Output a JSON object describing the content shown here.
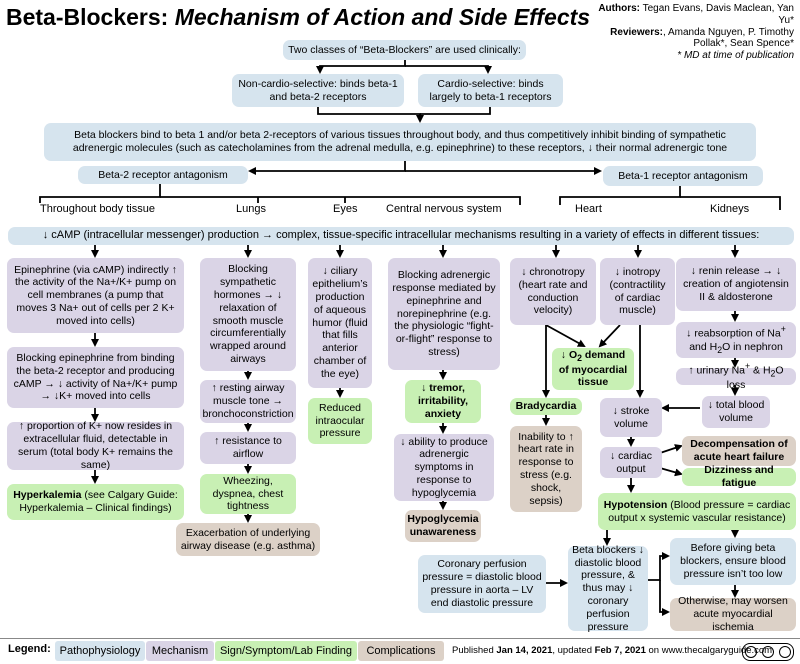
{
  "header": {
    "title_main": "Beta-Blockers:",
    "title_sub": "Mechanism of Action and Side Effects",
    "authors_label": "Authors:",
    "authors": "Tegan Evans, Davis Maclean, Yan Yu*",
    "reviewers_label": "Reviewers:",
    "reviewers": ", Amanda Nguyen, P. Timothy Pollak*, Sean Spence*",
    "note": "* MD at time of publication"
  },
  "top": {
    "two_classes": "Two classes of “Beta-Blockers” are used clinically:",
    "non_selective": "Non-cardio-selective: binds beta-1 and beta-2 receptors",
    "selective": "Cardio-selective: binds largely to beta-1 receptors",
    "bind_text": "Beta blockers bind to beta 1 and/or beta 2-receptors of various tissues throughout body, and thus competitively inhibit binding of sympathetic adrenergic molecules (such as catecholamines from the adrenal medulla, e.g. epinephrine) to these receptors, ↓ their normal adrenergic tone",
    "beta2": "Beta-2 receptor antagonism",
    "beta1": "Beta-1 receptor antagonism"
  },
  "tissues": {
    "body": "Throughout body tissue",
    "lungs": "Lungs",
    "eyes": "Eyes",
    "cns": "Central nervous system",
    "heart": "Heart",
    "kidneys": "Kidneys"
  },
  "camp": "↓ cAMP (intracellular messenger) production → complex, tissue-specific intracellular mechanisms resulting in a variety of effects in different tissues:",
  "body_col": {
    "b1": "Epinephrine (via cAMP) indirectly ↑ the activity of the Na+/K+ pump on cell membranes (a pump that moves 3 Na+ out of cells per 2 K+ moved into cells)",
    "b2": "Blocking epinephrine from binding the beta-2 receptor and producing cAMP → ↓ activity of Na+/K+ pump → ↓K+ moved into cells",
    "b3": "↑ proportion of K+ now resides in extracellular fluid, detectable in serum (total body K+ remains the same)",
    "b4_bold": "Hyperkalemia",
    "b4": " (see Calgary Guide: Hyperkalemia – Clinical findings)"
  },
  "lungs_col": {
    "l1": "Blocking sympathetic hormones → ↓ relaxation of smooth muscle circumferentially wrapped around airways",
    "l2": "↑ resting airway muscle tone → bronchoconstriction",
    "l3": "↑ resistance to airflow",
    "l4": "Wheezing, dyspnea, chest tightness",
    "l5": "Exacerbation of underlying airway disease (e.g. asthma)"
  },
  "eyes_col": {
    "e1": "↓ ciliary epithelium’s production of aqueous humor (fluid that fills anterior chamber of the eye)",
    "e2": "Reduced intraocular pressure"
  },
  "cns_col": {
    "c1": "Blocking adrenergic response mediated by epinephrine and norepinephrine (e.g. the physiologic “fight-or-flight” response to stress)",
    "c2": "↓ tremor, irritability, anxiety",
    "c3": "↓ ability to produce adrenergic symptoms in response to hypoglycemia",
    "c4": "Hypoglycemia unawareness",
    "c5": "Coronary perfusion pressure = diastolic blood pressure in aorta – LV end diastolic pressure"
  },
  "heart_col": {
    "h1": "↓ chronotropy (heart rate and conduction velocity)",
    "h2": "↓ inotropy (contractility of cardiac muscle)",
    "h3a": "↓ O",
    "h3sub": "2",
    "h3b": " demand of myocardial tissue",
    "h4": "Bradycardia",
    "h5": "Inability to ↑ heart rate in response to stress (e.g. shock, sepsis)",
    "h6": "↓ stroke volume",
    "h7": "↓ cardiac output",
    "h8_bold": "Hypotension",
    "h8": " (Blood pressure = cardiac output x systemic vascular resistance)",
    "h9": "Beta blockers ↓ diastolic blood pressure, & thus may ↓ coronary perfusion pressure"
  },
  "kidney_col": {
    "k1": "↓ renin release → ↓ creation of angiotensin II & aldosterone",
    "k2a": "↓ reabsorption of Na",
    "k2sup": "+",
    "k2b": " and H",
    "k2sub": "2",
    "k2c": "O in nephron",
    "k3a": "↑ urinary Na",
    "k3sup": "+",
    "k3b": " & H",
    "k3sub": "2",
    "k3c": "O loss",
    "k4": "↓ total blood volume",
    "k5": "Decompensation of acute heart failure",
    "k6": "Dizziness and fatigue",
    "k7": "Before giving beta blockers, ensure blood pressure isn’t too low",
    "k8": "Otherwise, may worsen acute myocardial ischemia"
  },
  "legend": {
    "label": "Legend:",
    "patho": "Pathophysiology",
    "mech": "Mechanism",
    "sign": "Sign/Symptom/Lab Finding",
    "comp": "Complications",
    "published_a": "Published ",
    "published_date": "Jan 14, 2021",
    "updated_a": ", updated ",
    "updated_date": "Feb 7, 2021",
    "site": " on www.thecalgaryguide.com"
  },
  "colors": {
    "pathophysiology": "#d6e4ee",
    "mechanism": "#dad4e6",
    "sign": "#c8f0b4",
    "complication": "#dcd1c7"
  }
}
